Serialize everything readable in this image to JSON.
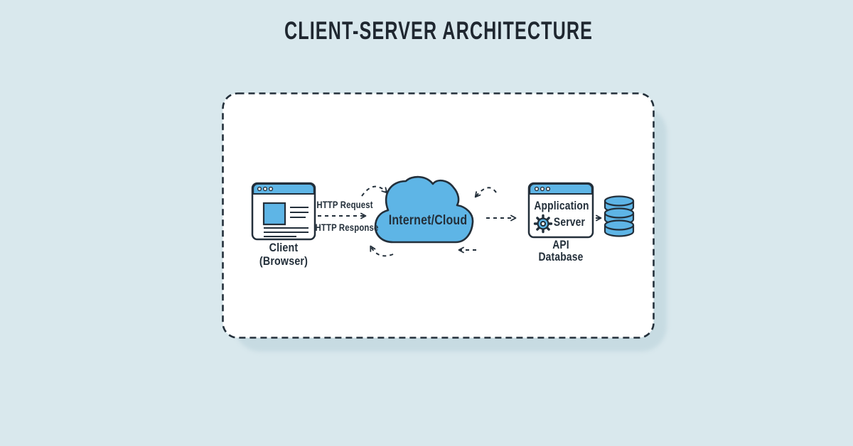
{
  "page": {
    "title": "CLIENT-SERVER ARCHITECTURE"
  },
  "colors": {
    "background": "#d9e8ed",
    "panel": "#ffffff",
    "panel_shadow": "#c7dbe2",
    "accent_blue": "#5eb5e6",
    "ink": "#232f3a"
  },
  "diagram": {
    "client": {
      "icon": "browser-window-icon",
      "label_line1": "Client",
      "label_line2": "(Browser)"
    },
    "client_cloud_link": {
      "request_label": "HTTP Request",
      "response_label": "HTTP Response"
    },
    "cloud": {
      "icon": "cloud-icon",
      "label": "Internet/Cloud"
    },
    "server": {
      "icon": "app-window-icon",
      "gear_icon": "gear-icon",
      "window_line1": "Application",
      "window_line2": "Server",
      "label_line1": "API",
      "label_line2": "Database"
    },
    "database": {
      "icon": "database-icon"
    }
  }
}
